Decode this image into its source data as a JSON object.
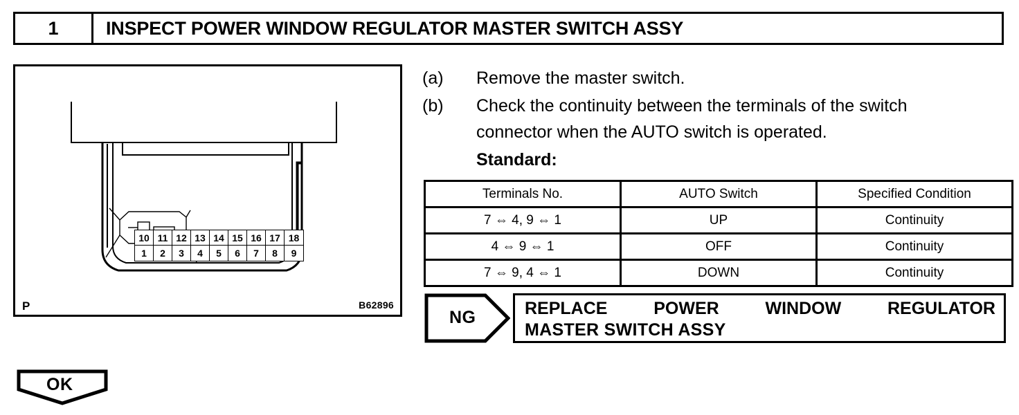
{
  "step": {
    "number": "1",
    "title": "INSPECT POWER WINDOW REGULATOR MASTER SWITCH ASSY"
  },
  "figure": {
    "code": "B62896",
    "orientation_mark": "P",
    "connector_pins_top": [
      "10",
      "11",
      "12",
      "13",
      "14",
      "15",
      "16",
      "17",
      "18"
    ],
    "connector_pins_bottom": [
      "1",
      "2",
      "3",
      "4",
      "5",
      "6",
      "7",
      "8",
      "9"
    ]
  },
  "instructions": [
    {
      "label": "(a)",
      "line1": "Remove the master switch.",
      "line2": ""
    },
    {
      "label": "(b)",
      "line1": "Check the continuity between the terminals of the switch",
      "line2": "connector when the AUTO switch is operated."
    }
  ],
  "standard": {
    "heading": "Standard:",
    "columns": [
      "Terminals No.",
      "AUTO Switch",
      "Specified Condition"
    ],
    "rows": [
      {
        "terminals": "7 ⇔ 4, 9 ⇔ 1",
        "switch": "UP",
        "condition": "Continuity"
      },
      {
        "terminals": "4 ⇔ 9 ⇔ 1",
        "switch": "OFF",
        "condition": "Continuity"
      },
      {
        "terminals": "7 ⇔ 9, 4 ⇔ 1",
        "switch": "DOWN",
        "condition": "Continuity"
      }
    ]
  },
  "results": {
    "ng": {
      "tag": "NG",
      "action_words": [
        "REPLACE",
        "POWER",
        "WINDOW",
        "REGULATOR"
      ],
      "action_line2": "MASTER SWITCH ASSY"
    },
    "ok": {
      "tag": "OK"
    }
  },
  "colors": {
    "ink": "#000000",
    "paper": "#ffffff"
  }
}
